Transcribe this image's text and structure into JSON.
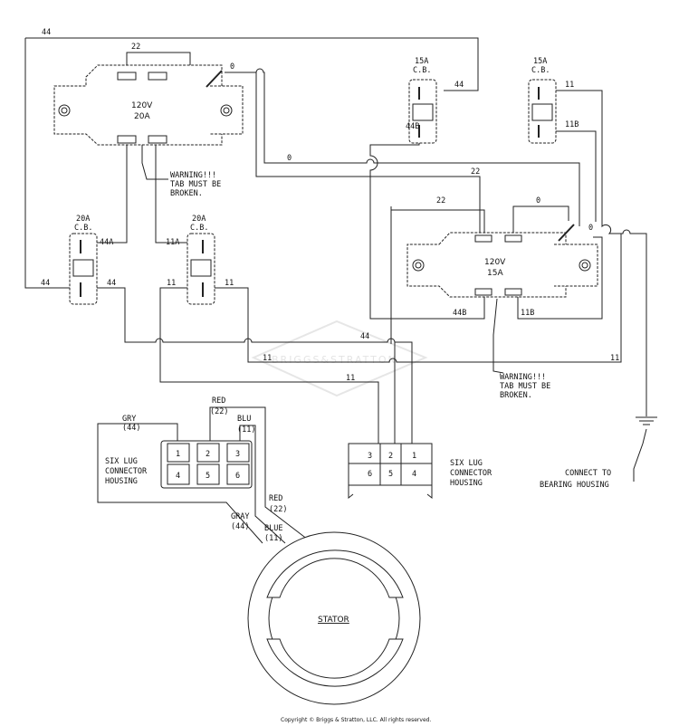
{
  "watermark": "BRIGGS&STRATTON",
  "copyright": "Copyright © Briggs & Stratton, LLC. All rights reserved.",
  "receptacle_top": {
    "line1": "120V",
    "line2": "20A"
  },
  "receptacle_right": {
    "line1": "120V",
    "line2": "15A"
  },
  "breakers": {
    "top_mid": {
      "rating": "15A",
      "type": "C.B."
    },
    "top_right": {
      "rating": "15A",
      "type": "C.B."
    },
    "left_1": {
      "rating": "20A",
      "type": "C.B."
    },
    "left_2": {
      "rating": "20A",
      "type": "C.B."
    }
  },
  "warning_top": {
    "l1": "WARNING!!!",
    "l2": "TAB MUST BE",
    "l3": "BROKEN."
  },
  "warning_right": {
    "l1": "WARNING!!!",
    "l2": "TAB MUST BE",
    "l3": "BROKEN."
  },
  "wire_labels": {
    "w44_top": "44",
    "w22_top": "22",
    "w0_top": "0",
    "w44_cb": "44",
    "w44b_cb": "44B",
    "w11_cb": "11",
    "w11b_cb": "11B",
    "w0_mid": "0",
    "w22_mid": "22",
    "w22_right": "22",
    "w0_right": "0",
    "w0_far": "0",
    "w44a": "44A",
    "w11a": "11A",
    "w44_left": "44",
    "w44_left2": "44",
    "w11_left": "11",
    "w11_left2": "11",
    "w44b_bottom": "44B",
    "w11b_bottom": "11B",
    "w44_low": "44",
    "w11_low": "11",
    "w11_low2": "11",
    "w11_far": "11"
  },
  "connector_left": {
    "label_l1": "SIX LUG",
    "label_l2": "CONNECTOR",
    "label_l3": "HOUSING",
    "pins": [
      "1",
      "2",
      "3",
      "4",
      "5",
      "6"
    ],
    "gry": "GRY",
    "gry_num": "(44)",
    "red": "RED",
    "red_num": "(22)",
    "blu": "BLU",
    "blu_num": "(11)"
  },
  "connector_right": {
    "label_l1": "SIX LUG",
    "label_l2": "CONNECTOR",
    "label_l3": "HOUSING",
    "pins": [
      "3",
      "2",
      "1",
      "6",
      "5",
      "4"
    ]
  },
  "stator_wires": {
    "red": "RED",
    "red_num": "(22)",
    "gray": "GRAY",
    "gray_num": "(44)",
    "blue": "BLUE",
    "blue_num": "(11)"
  },
  "stator": "STATOR",
  "ground": {
    "l1": "CONNECT TO",
    "l2": "BEARING HOUSING"
  }
}
